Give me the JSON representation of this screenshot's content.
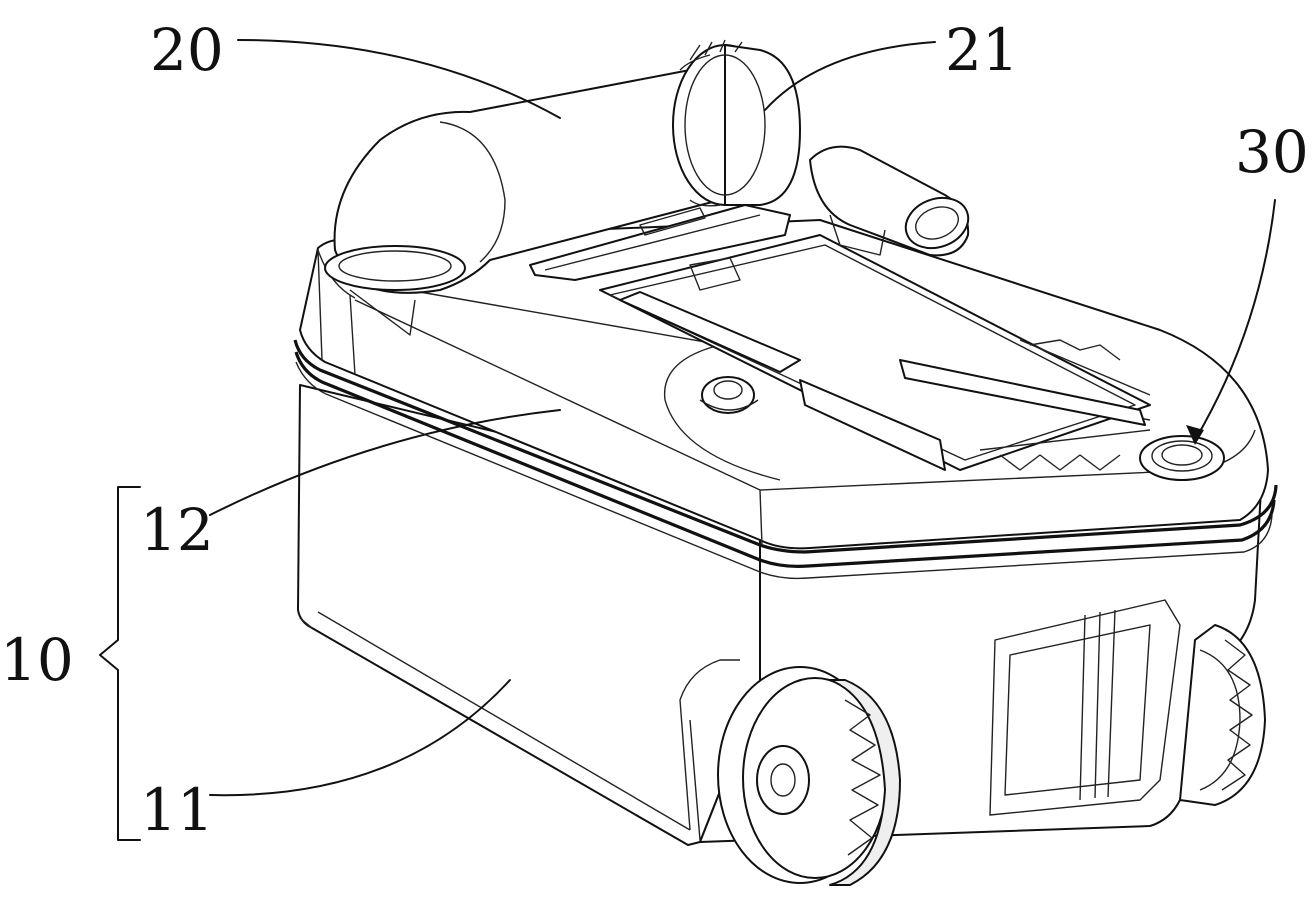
{
  "labels": {
    "l20": "20",
    "l21": "21",
    "l30": "30",
    "l12": "12",
    "l10": "10",
    "l11": "11"
  },
  "colors": {
    "line": "#111111",
    "background": "#ffffff"
  }
}
